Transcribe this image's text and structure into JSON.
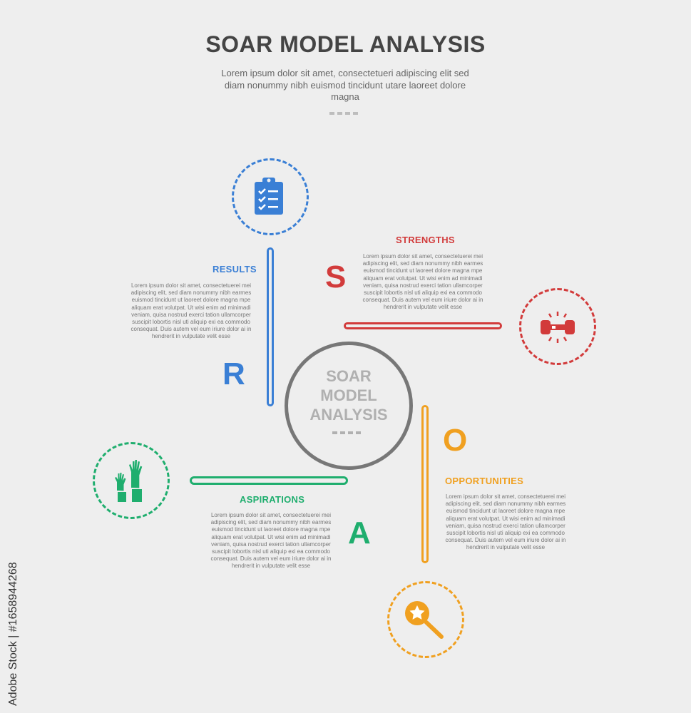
{
  "title": "SOAR MODEL ANALYSIS",
  "subtitle": "Lorem ipsum dolor sit amet, consectetueri adipiscing elit sed diam nonummy nibh euismod tincidunt utare laoreet dolore magna",
  "center": {
    "line1": "SOAR",
    "line2": "MODEL",
    "line3": "ANALYSIS"
  },
  "colors": {
    "results": "#3a7fd5",
    "strengths": "#d23b3b",
    "opportunities": "#f0a020",
    "aspirations": "#1fae6e"
  },
  "sections": {
    "strengths": {
      "letter": "S",
      "heading": "STRENGTHS",
      "icon": "dumbbell-icon",
      "text": "Lorem ipsum dolor sit amet, consectetuerei mei adipiscing elit, sed diam nonummy nibh earmes euismod tincidunt ut laoreet dolore magna mpe aliquam erat volutpat. Ut wisi enim ad minimadi veniam, quisa nostrud exerci tation ullamcorper suscipit lobortis nisl uti aliquip exi ea commodo consequat. Duis autem vel eum iriure dolor ai in hendrerit in vulputate velit esse"
    },
    "results": {
      "letter": "R",
      "heading": "RESULTS",
      "icon": "clipboard-checklist-icon",
      "text": "Lorem ipsum dolor sit amet, consectetuerei mei adipiscing elit, sed diam nonummy nibh earmes euismod tincidunt ut laoreet dolore magna mpe aliquam erat volutpat. Ut wisi enim ad minimadi veniam, quisa nostrud exerci tation ullamcorper suscipit lobortis nisl uti aliquip exi ea commodo consequat. Duis autem vel eum iriure dolor ai in hendrerit in vulputate velit esse"
    },
    "opportunities": {
      "letter": "O",
      "heading": "OPPORTUNITIES",
      "icon": "star-magnifier-icon",
      "text": "Lorem ipsum dolor sit amet, consectetuerei mei adipiscing elit, sed diam nonummy nibh earmes euismod tincidunt ut laoreet dolore magna mpe aliquam erat volutpat. Ut wisi enim ad minimadi veniam, quisa nostrud exerci tation ullamcorper suscipit lobortis nisl uti aliquip exi ea commodo consequat. Duis autem vel eum iriure dolor ai in hendrerit in vulputate velit esse"
    },
    "aspirations": {
      "letter": "A",
      "heading": "ASPIRATIONS",
      "icon": "raised-hands-icon",
      "text": "Lorem ipsum dolor sit amet, consectetuerei mei adipiscing elit, sed diam nonummy nibh earmes euismod tincidunt ut laoreet dolore magna mpe aliquam erat volutpat. Ut wisi enim ad minimadi veniam, quisa nostrud exerci tation ullamcorper suscipit lobortis nisl uti aliquip exi ea commodo consequat. Duis autem vel eum iriure dolor ai in hendrerit in vulputate velit esse"
    }
  },
  "watermark": "Adobe Stock | #1658944268"
}
